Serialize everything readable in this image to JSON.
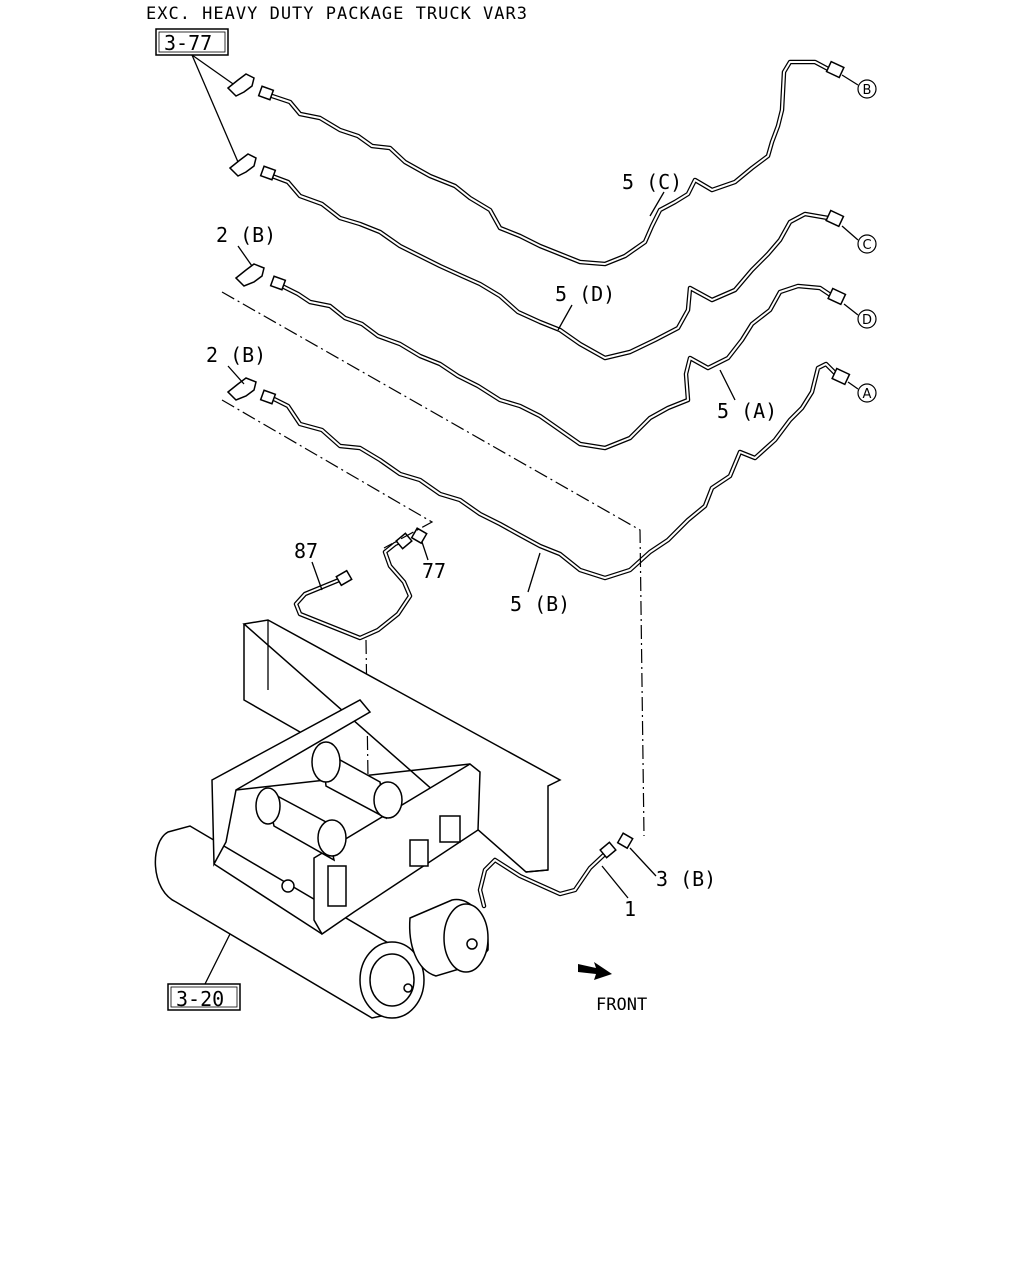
{
  "title": "EXC. HEAVY DUTY PACKAGE TRUCK VAR3",
  "references": {
    "ref_top": "3-77",
    "ref_bottom": "3-20"
  },
  "callouts": {
    "pipe_5c": "5 (C)",
    "pipe_5d": "5 (D)",
    "pipe_5a": "5 (A)",
    "pipe_5b": "5 (B)",
    "connector_2b_upper": "2 (B)",
    "connector_2b_lower": "2 (B)",
    "hose_87": "87",
    "nut_77": "77",
    "nut_3b": "3 (B)",
    "hose_1": "1"
  },
  "connection_markers": {
    "b": "B",
    "c": "C",
    "d": "D",
    "a": "A"
  },
  "direction": {
    "front_label": "FRONT"
  }
}
